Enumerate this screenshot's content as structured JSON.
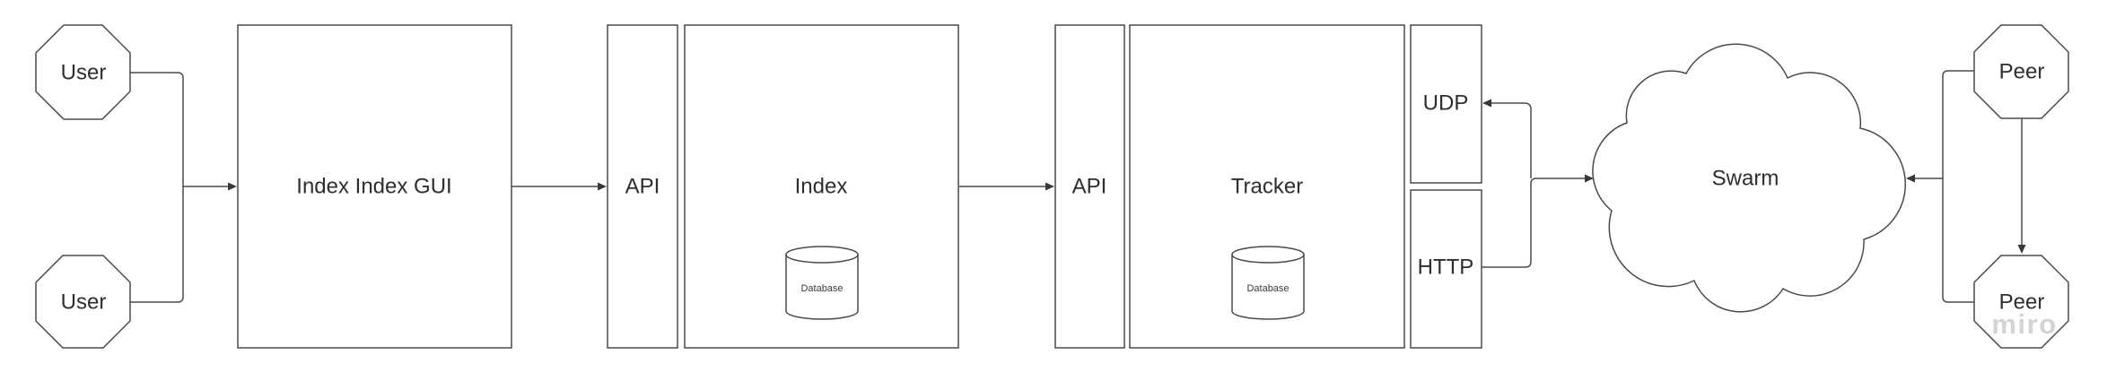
{
  "board": {
    "background": "#ffffff",
    "stroke_color": "#4a4a4a",
    "arrow_color": "#383838",
    "label_color": "#2e2e2e",
    "watermark": {
      "text": "miro",
      "color": "#d4d4d8"
    }
  },
  "nodes": {
    "user_top": "User",
    "user_bottom": "User",
    "index_gui": "Index Index GUI",
    "index_api": "API",
    "index": "Index",
    "index_database": "Database",
    "tracker_api": "API",
    "tracker": "Tracker",
    "tracker_database": "Database",
    "udp": "UDP",
    "http": "HTTP",
    "swarm": "Swarm",
    "peer_top": "Peer",
    "peer_bottom": "Peer"
  },
  "edges": [
    {
      "from": "user-top",
      "to": "index-gui"
    },
    {
      "from": "user-bottom",
      "to": "index-gui"
    },
    {
      "from": "index-gui",
      "to": "index-api"
    },
    {
      "from": "index",
      "to": "tracker-api"
    },
    {
      "from": "http",
      "to": "swarm"
    },
    {
      "from": "swarm",
      "to": "udp"
    },
    {
      "from": "peer-top",
      "to": "peer-bottom"
    },
    {
      "from": "peer-bracket",
      "to": "swarm"
    }
  ]
}
